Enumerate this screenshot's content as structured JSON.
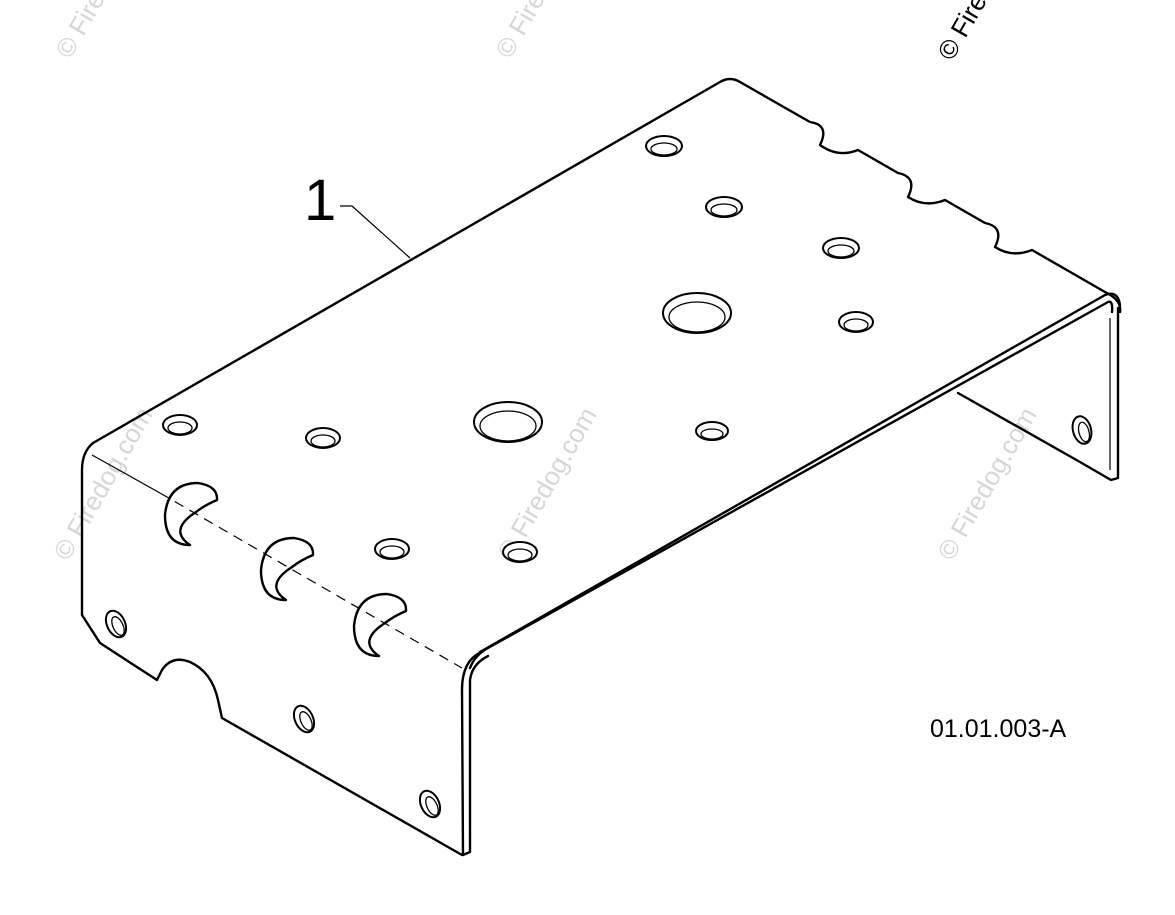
{
  "watermark": {
    "text": "© Firedog.com",
    "color_light": "#d6d6d6",
    "color_dark": "#000000"
  },
  "callouts": [
    {
      "label": "1"
    }
  ],
  "figure_id": "01.01.003-A"
}
